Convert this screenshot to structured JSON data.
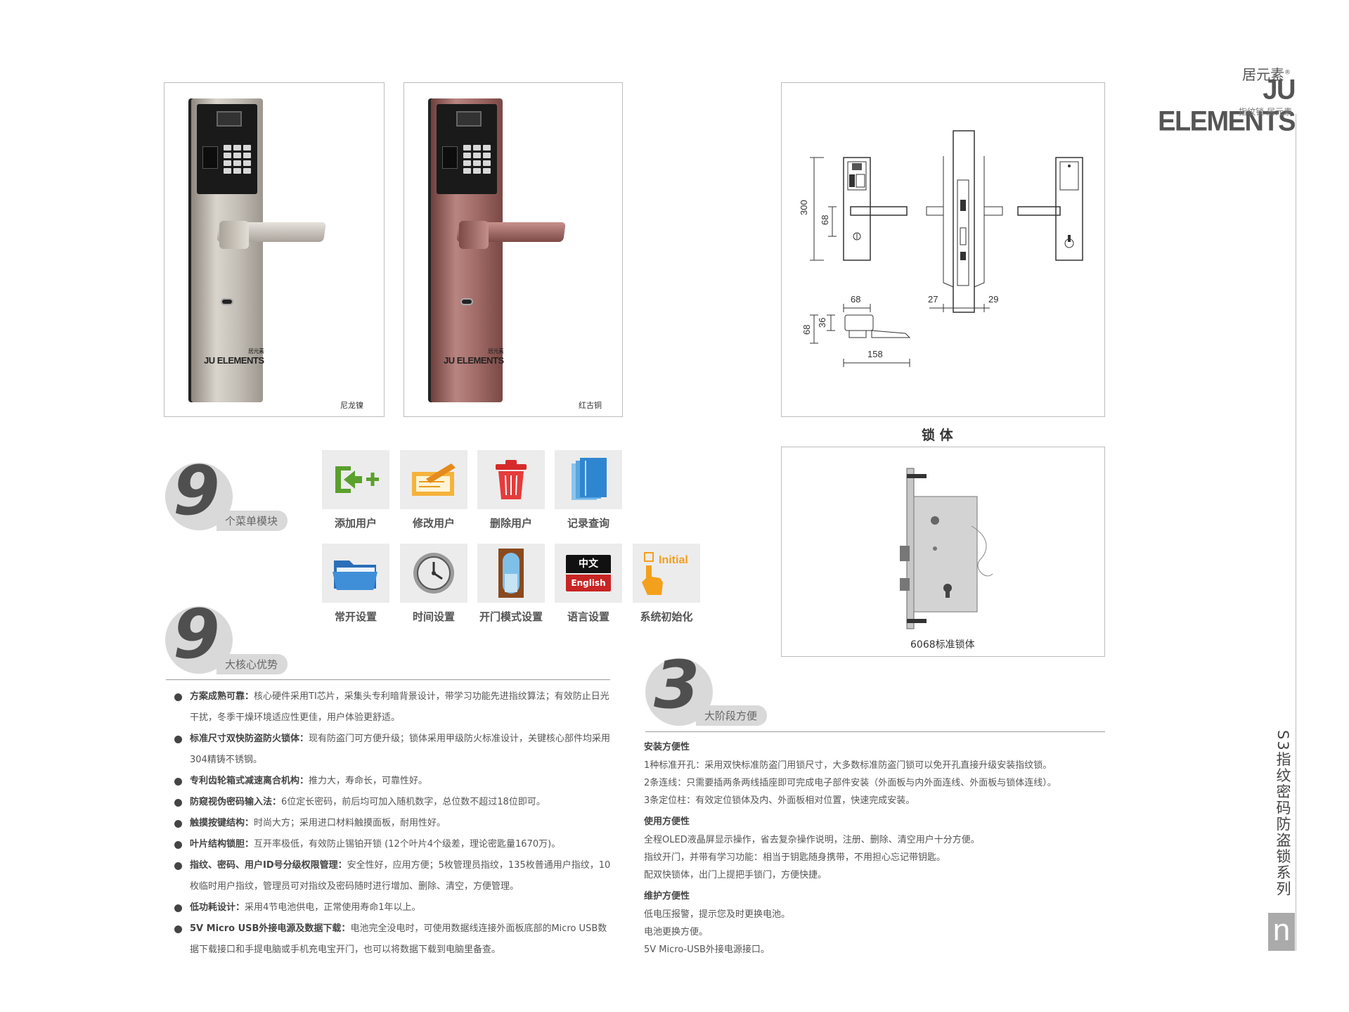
{
  "brand": {
    "name_cn": "居元素",
    "registered_mark": "®",
    "name_en": "JU ELEMENTS",
    "tagline": "指纹锁  居元素"
  },
  "products": [
    {
      "finish_label": "尼龙镍",
      "plate_brand_cn": "居元素",
      "plate_brand_en": "JU ELEMENTS",
      "color": "#c9c4bb",
      "handle_color": "#cfcac2"
    },
    {
      "finish_label": "红古铜",
      "plate_brand_cn": "居元素",
      "plate_brand_en": "JU ELEMENTS",
      "color": "#a06a66",
      "handle_color": "#9a625e"
    }
  ],
  "diagram": {
    "caption": "锁 体",
    "dimensions": [
      "300",
      "68",
      "68",
      "27",
      "29",
      "68",
      "36",
      "158"
    ]
  },
  "lock_body": {
    "caption": "6068标准锁体"
  },
  "menu_section": {
    "number": "9",
    "title": "个菜单模块",
    "items": [
      {
        "label": "添加用户",
        "icon": "add-user-icon"
      },
      {
        "label": "修改用户",
        "icon": "edit-user-icon"
      },
      {
        "label": "删除用户",
        "icon": "trash-icon"
      },
      {
        "label": "记录查询",
        "icon": "records-icon"
      },
      {
        "label": "常开设置",
        "icon": "folder-icon"
      },
      {
        "label": "时间设置",
        "icon": "clock-icon"
      },
      {
        "label": "开门模式设置",
        "icon": "door-icon"
      },
      {
        "label": "语言设置",
        "icon": "language-icon",
        "icon_text_top": "中文",
        "icon_text_bottom": "English"
      },
      {
        "label": "系统初始化",
        "icon": "initial-icon",
        "icon_text": "Initial"
      }
    ]
  },
  "advantages_section": {
    "number": "9",
    "title": "大核心优势",
    "items": [
      {
        "head": "方案成熟可靠：",
        "body": "核心硬件采用TI芯片，采集头专利暗背景设计，带学习功能先进指纹算法；有效防止日光干扰，冬季干燥环境适应性更佳，用户体验更舒适。"
      },
      {
        "head": "标准尺寸双快防盗防火锁体：",
        "body": "现有防盗门可方便升级；锁体采用甲级防火标准设计，关键核心部件均采用304精铸不锈钢。"
      },
      {
        "head": "专利齿轮箱式减速离合机构：",
        "body": "推力大，寿命长，可靠性好。"
      },
      {
        "head": "防窥视伪密码输入法：",
        "body": "6位定长密码，前后均可加入随机数字，总位数不超过18位即可。"
      },
      {
        "head": "触摸按键结构：",
        "body": "时尚大方；采用进口材料触摸面板，耐用性好。"
      },
      {
        "head": "叶片结构锁胆：",
        "body": "互开率极低，有效防止锡铂开锁 (12个叶片4个级差，理论密匙量1670万)。"
      },
      {
        "head": "指纹、密码、用户ID号分级权限管理：",
        "body": "安全性好，应用方便；5枚管理员指纹，135枚普通用户指纹，10枚临时用户指纹，管理员可对指纹及密码随时进行增加、删除、清空，方便管理。"
      },
      {
        "head": "低功耗设计：",
        "body": "采用4节电池供电，正常使用寿命1年以上。"
      },
      {
        "head": "5V Micro USB外接电源及数据下载：",
        "body": "电池完全没电时，可使用数据线连接外面板底部的Micro USB数据下载接口和手提电脑或手机充电宝开门，也可以将数据下载到电脑里备查。"
      }
    ]
  },
  "stages_section": {
    "number": "3",
    "title": "大阶段方便",
    "blocks": [
      {
        "heading": "安装方便性",
        "lines": [
          "1种标准开孔：采用双快标准防盗门用锁尺寸，大多数标准防盗门锁可以免开孔直接升级安装指纹锁。",
          "2条连线：只需要插两条两线插座即可完成电子部件安装（外面板与内外面连线、外面板与锁体连线）。",
          "3条定位柱：有效定位锁体及内、外面板相对位置，快速完成安装。"
        ]
      },
      {
        "heading": "使用方便性",
        "lines": [
          "全程OLED液晶屏显示操作，省去复杂操作说明，注册、删除、清空用户十分方便。",
          "指纹开门，并带有学习功能：相当于钥匙随身携带，不用担心忘记带钥匙。",
          "配双快锁体，出门上提把手锁门，方便快捷。"
        ]
      },
      {
        "heading": "维护方便性",
        "lines": [
          "低电压报警，提示您及时更换电池。",
          "电池更换方便。",
          "5V Micro-USB外接电源接口。"
        ]
      }
    ]
  },
  "series_title": "S3指纹密码防盗锁系列",
  "page_mark": "n"
}
